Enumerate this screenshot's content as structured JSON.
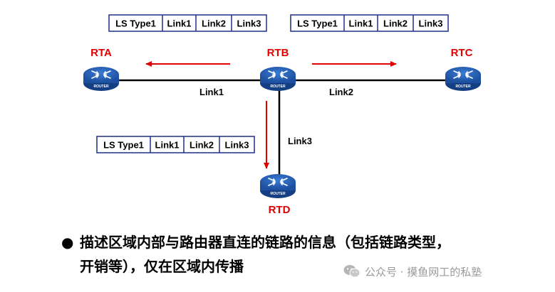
{
  "colors": {
    "router_blue": "#2a5ba8",
    "router_label_red": "#e00000",
    "arrow_red": "#e00000",
    "lsa_border": "#1e2e8c"
  },
  "lsa_cells": [
    "LS Type1",
    "Link1",
    "Link2",
    "Link3"
  ],
  "routers": [
    {
      "id": "rta",
      "label": "RTA",
      "icon": "router-icon",
      "badge": "ROUTER"
    },
    {
      "id": "rtb",
      "label": "RTB",
      "icon": "router-icon",
      "badge": "ROUTER"
    },
    {
      "id": "rtc",
      "label": "RTC",
      "icon": "router-icon",
      "badge": "ROUTER"
    },
    {
      "id": "rtd",
      "label": "RTD",
      "icon": "router-icon",
      "badge": "ROUTER"
    }
  ],
  "links": [
    {
      "id": "link1",
      "label": "Link1",
      "from": "RTB",
      "to": "RTA"
    },
    {
      "id": "link2",
      "label": "Link2",
      "from": "RTB",
      "to": "RTC"
    },
    {
      "id": "link3",
      "label": "Link3",
      "from": "RTB",
      "to": "RTD"
    }
  ],
  "flood_arrows": [
    {
      "from": "RTB",
      "to": "RTA"
    },
    {
      "from": "RTB",
      "to": "RTC"
    },
    {
      "from": "RTB",
      "to": "RTD"
    }
  ],
  "bullet": {
    "line1": "描述区域内部与路由器直连的链路的信息（包括链路类型，",
    "line2": "开销等），仅在区域内传播"
  },
  "watermark": {
    "icon": "wechat-icon",
    "text": "公众号 · 摸鱼网工的私塾"
  }
}
